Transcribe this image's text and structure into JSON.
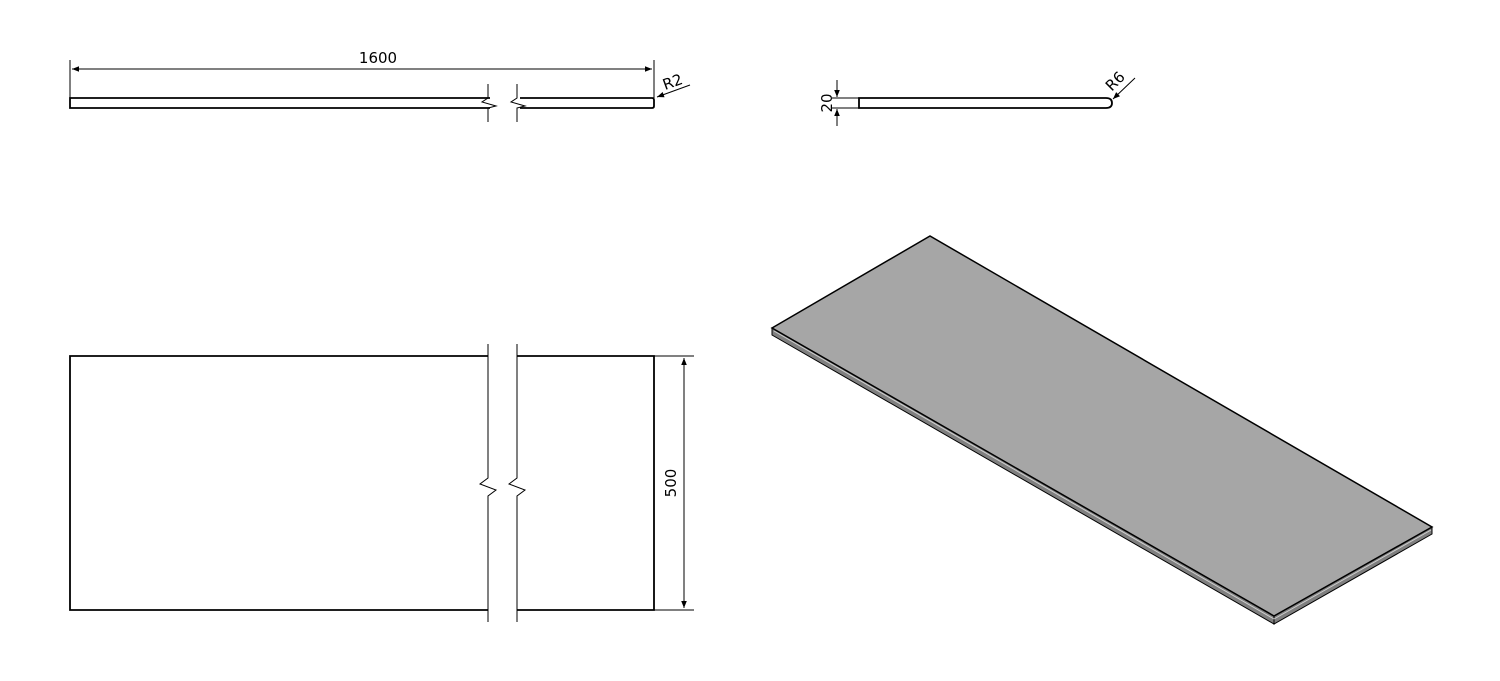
{
  "drawing": {
    "dimensions": {
      "length": "1600",
      "width": "500",
      "thickness": "20",
      "corner_radius_top": "R2",
      "corner_radius_side": "R6"
    },
    "colors": {
      "top_face": "#a6a6a6",
      "side_face": "#7f7f7f",
      "line": "#000000"
    }
  }
}
